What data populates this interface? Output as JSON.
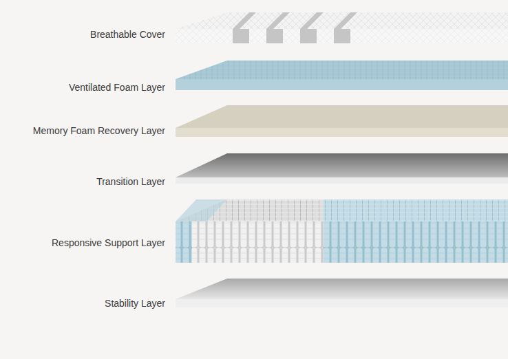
{
  "diagram": {
    "labels": [
      "Breathable Cover",
      "Ventilated Foam Layer",
      "Memory Foam Recovery Layer",
      "Transition Layer",
      "Responsive Support Layer",
      "Stability Layer"
    ]
  }
}
